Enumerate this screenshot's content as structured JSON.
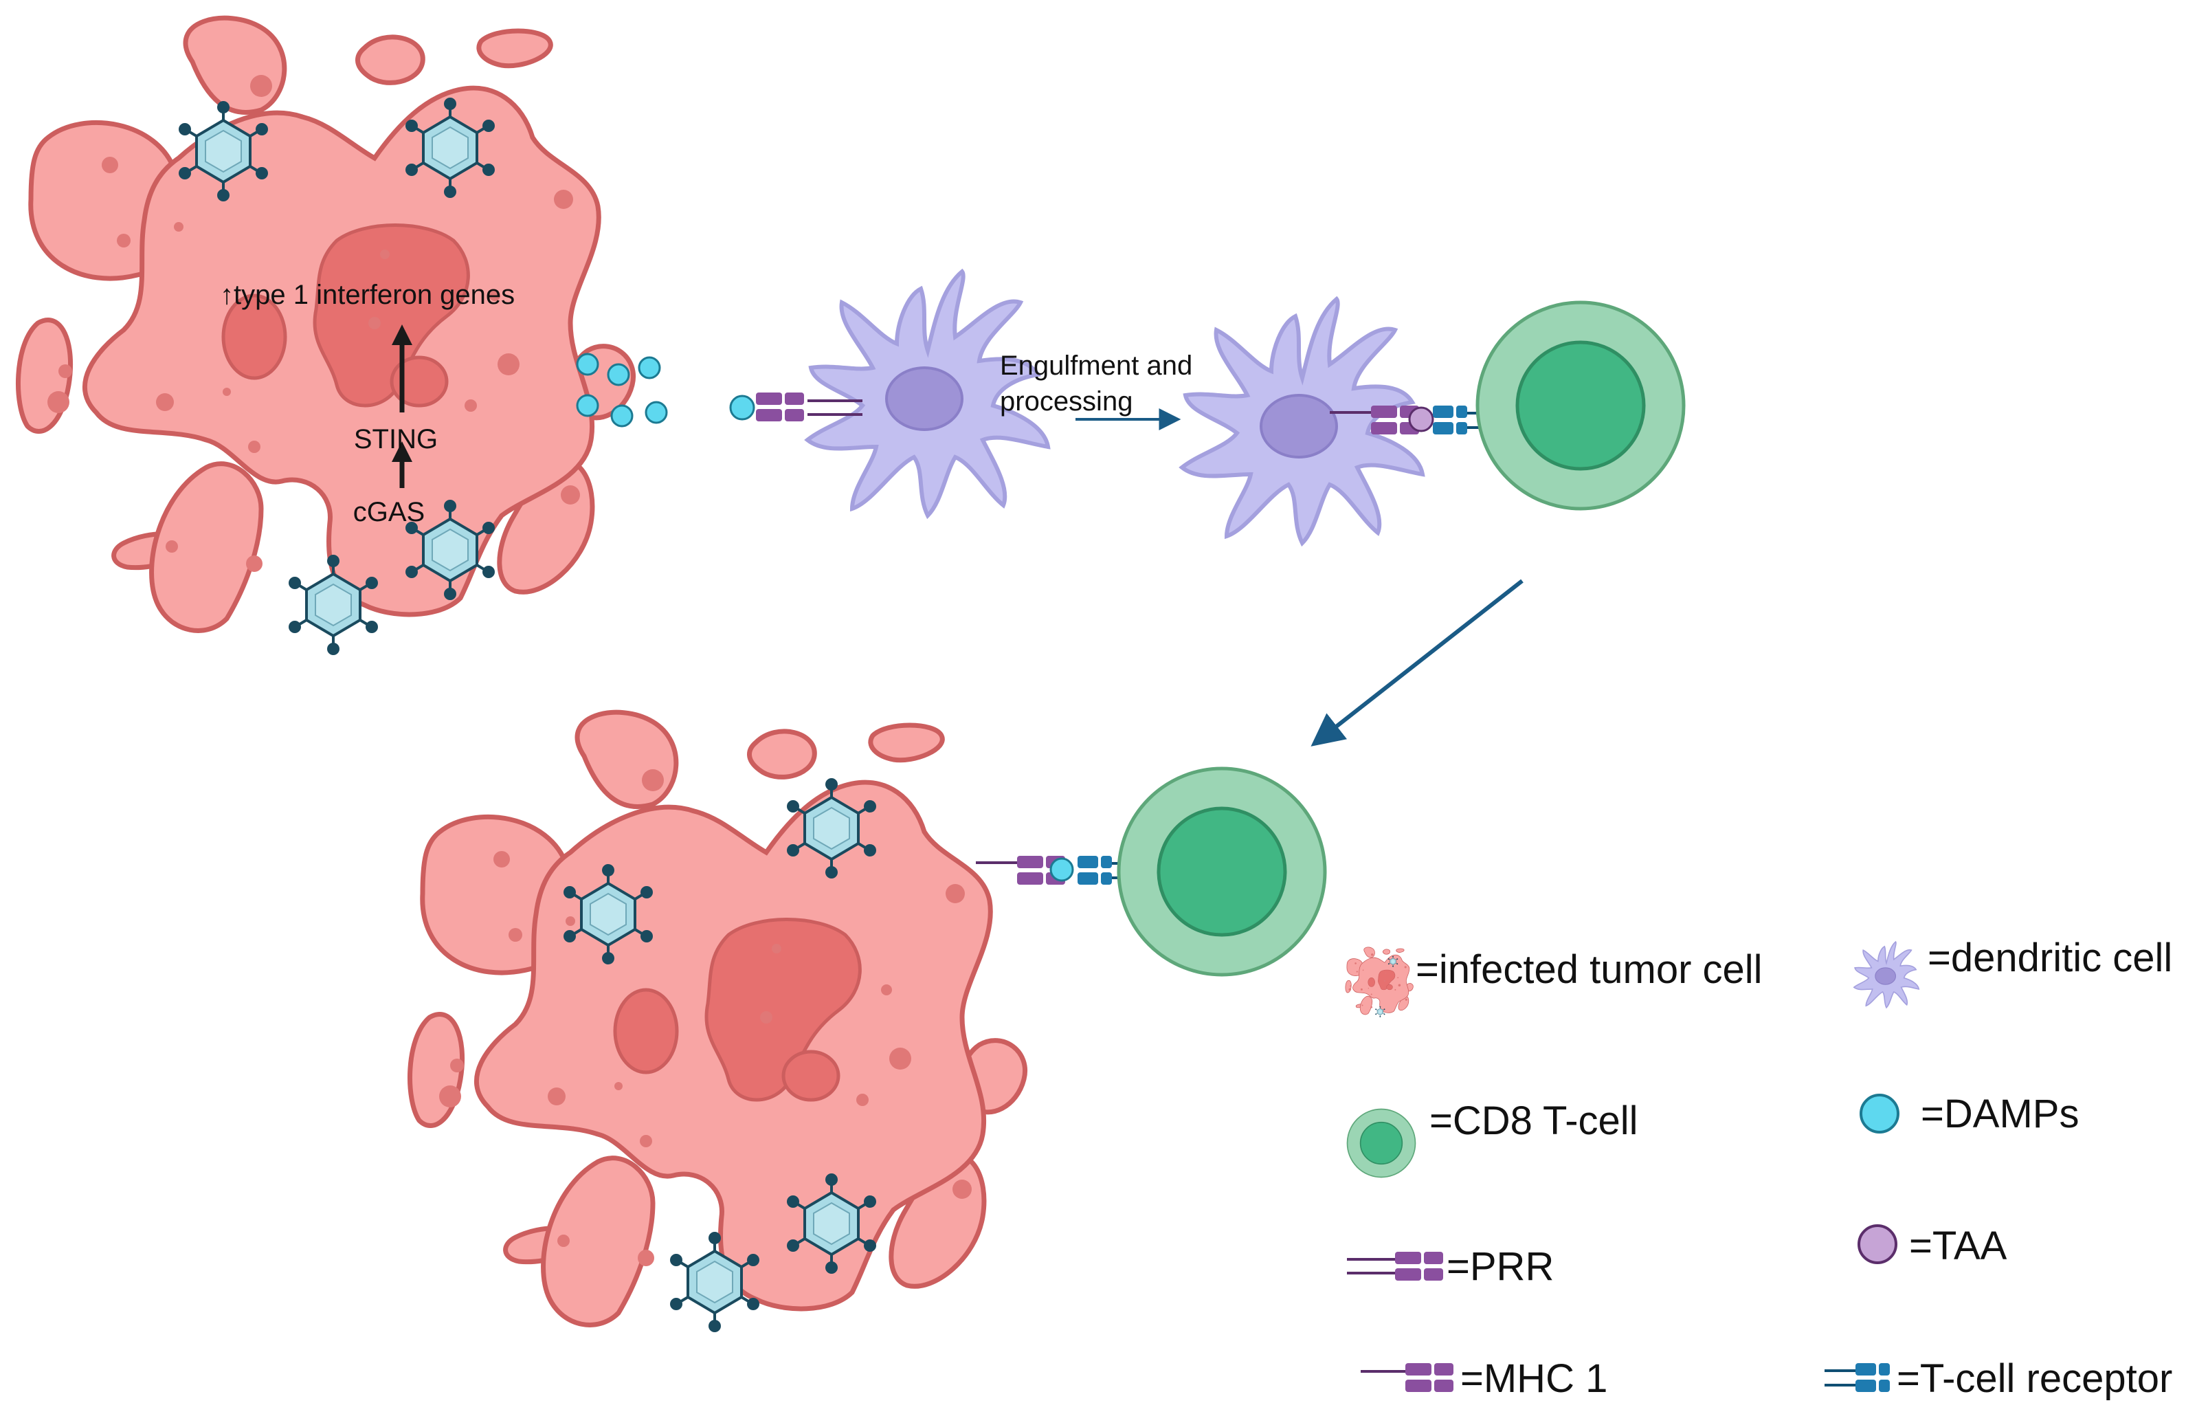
{
  "labels": {
    "interferon": "↑type 1 interferon genes",
    "sting": "STING",
    "cgas": "cGAS",
    "engulfment_line1": "Engulfment and",
    "engulfment_line2": "processing"
  },
  "legend": {
    "infected_tumor_cell": "=infected tumor cell",
    "dendritic_cell": "=dendritic cell",
    "cd8_t_cell": "=CD8 T-cell",
    "damps": "=DAMPs",
    "prr": "=PRR",
    "taa": "=TAA",
    "mhc1": "=MHC 1",
    "t_cell_receptor": "=T-cell receptor"
  },
  "colors": {
    "tumor_fill": "#f8a5a4",
    "tumor_stroke": "#cc5e5e",
    "tumor_nucleus": "#e6706f",
    "virus_fill": "#a9dbe6",
    "virus_stroke": "#1a4a5e",
    "dendritic_fill": "#c2bff0",
    "dendritic_stroke": "#a4a0de",
    "dendritic_nucleus": "#9e93d6",
    "tcell_outer": "#9bd5b4",
    "tcell_stroke": "#5ea77a",
    "tcell_inner": "#41b784",
    "damp": "#5ed8ef",
    "receptor_purple": "#8a4f9f",
    "tcr_blue": "#1e7bb0",
    "taa": "#c6a4d6",
    "arrow": "#1a5b86"
  }
}
